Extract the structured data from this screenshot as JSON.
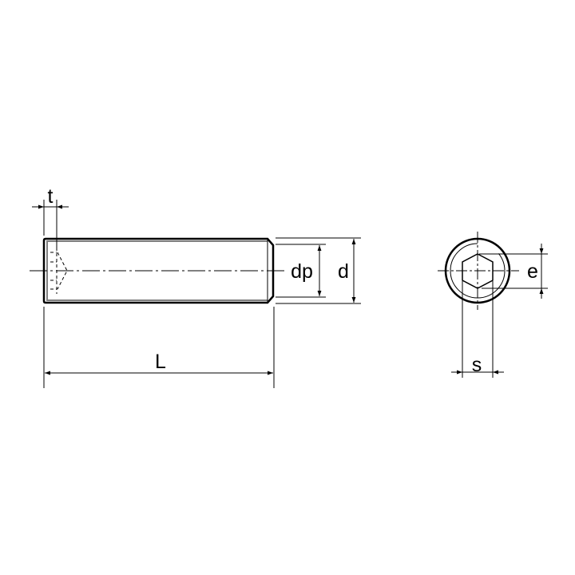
{
  "labels": {
    "t": "t",
    "dp": "dp",
    "d": "d",
    "L": "L",
    "e": "e",
    "s": "s"
  },
  "colors": {
    "line": "#000000",
    "background": "#ffffff"
  }
}
